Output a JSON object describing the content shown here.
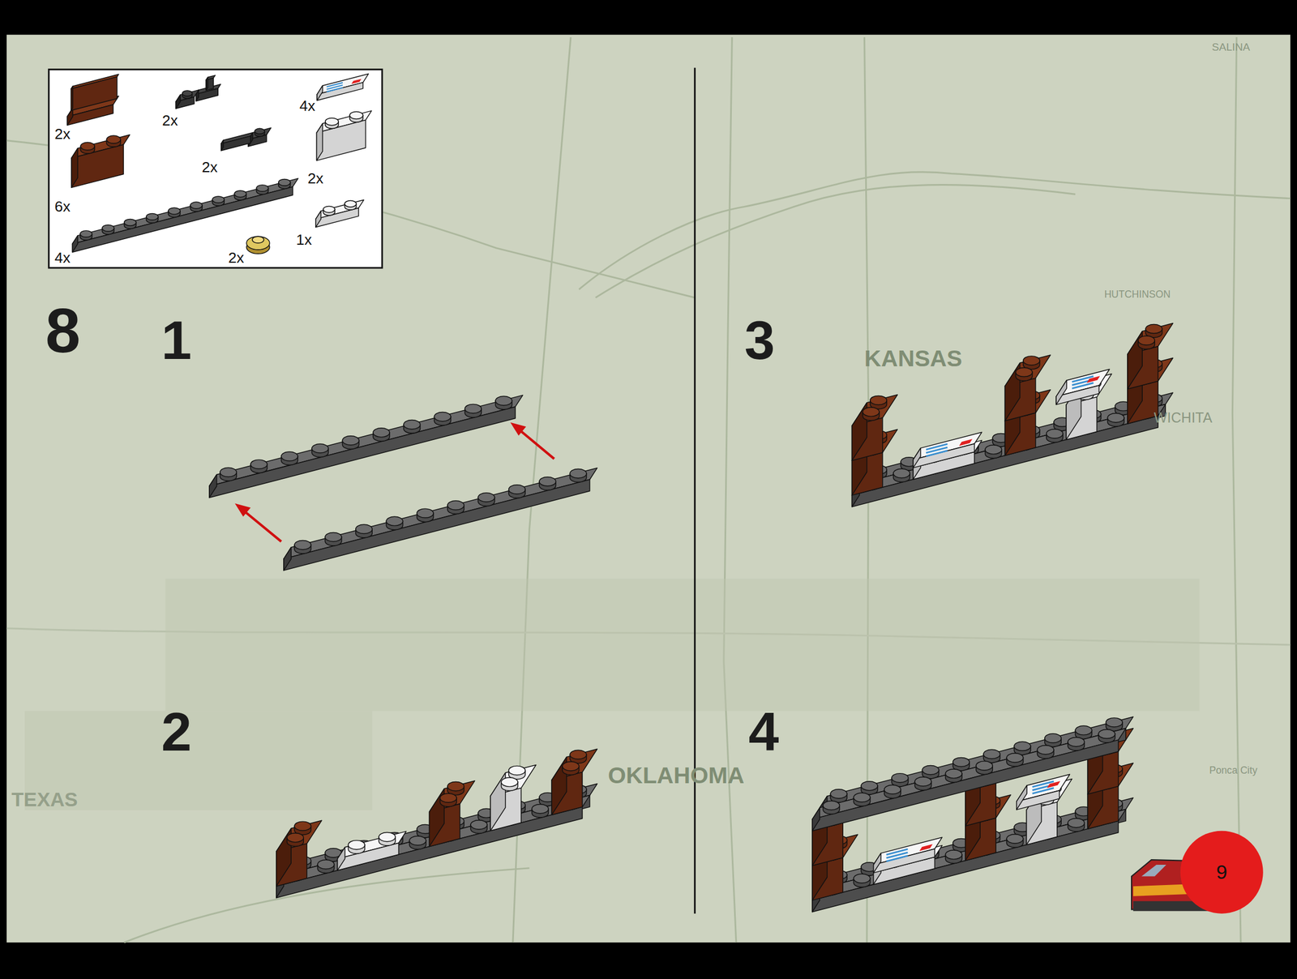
{
  "diagram": {
    "nodes": [
      {
        "text": [
          "2x",
          "2x",
          "4x",
          "6x",
          "2x",
          "2x",
          "4x",
          "2x",
          "1x"
        ]
      },
      {
        "text": [
          "9"
        ]
      }
    ],
    "labels": [
      "8",
      "1",
      "2",
      "3",
      "4",
      "KANSAS",
      "OKLAHOMA",
      "TEXAS",
      "WICHITA",
      "SALINA",
      "HUTCHINSON",
      "Ponca City"
    ]
  }
}
